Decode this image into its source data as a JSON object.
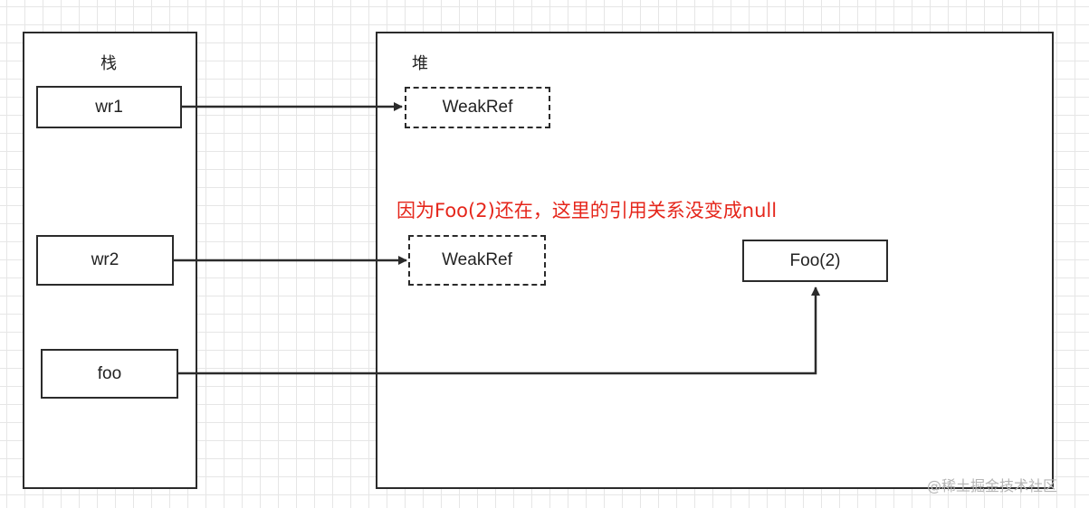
{
  "stack": {
    "title": "栈",
    "vars": {
      "wr1": "wr1",
      "wr2": "wr2",
      "foo": "foo"
    }
  },
  "heap": {
    "title": "堆",
    "objects": {
      "weakref1": "WeakRef",
      "weakref2": "WeakRef",
      "foo_obj": "Foo(2)"
    }
  },
  "annotation": "因为Foo(2)还在，这里的引用关系没变成null",
  "watermark": "@稀土掘金技术社区",
  "colors": {
    "line": "#2b2b2b",
    "annotation": "#e5261b",
    "grid": "#e6e6e6"
  }
}
